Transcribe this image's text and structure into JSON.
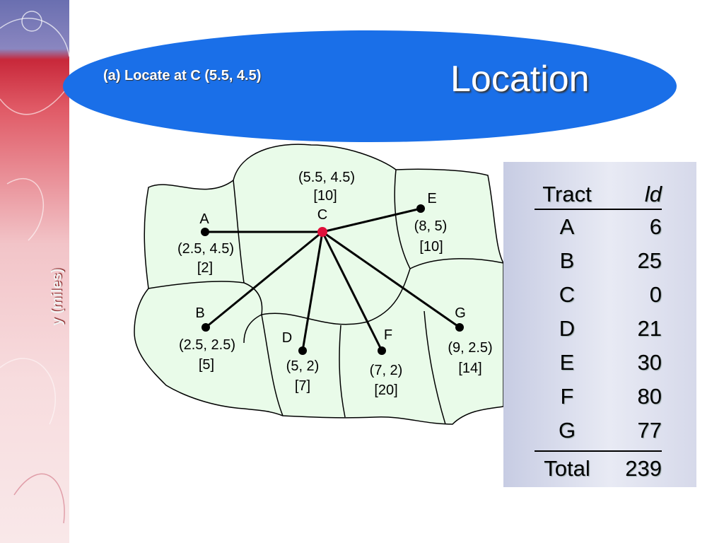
{
  "slide": {
    "title": "Location",
    "subtitle": "(a) Locate at C (5.5, 4.5)",
    "axis_label": "y (miles)"
  },
  "colors": {
    "banner": "#1a6fe8",
    "map_fill": "#e9fbe9",
    "table_bg": "#d6d9ea",
    "point": "#000000",
    "center_point": "#e0103a"
  },
  "map": {
    "center": {
      "id": "C",
      "coord": "(5.5, 4.5)",
      "load": "[10]"
    },
    "tracts": [
      {
        "id": "A",
        "coord": "(2.5, 4.5)",
        "load": "[2]"
      },
      {
        "id": "B",
        "coord": "(2.5, 2.5)",
        "load": "[5]"
      },
      {
        "id": "D",
        "coord": "(5, 2)",
        "load": "[7]"
      },
      {
        "id": "E",
        "coord": "(8, 5)",
        "load": "[10]"
      },
      {
        "id": "F",
        "coord": "(7, 2)",
        "load": "[20]"
      },
      {
        "id": "G",
        "coord": "(9, 2.5)",
        "load": "[14]"
      }
    ]
  },
  "table": {
    "headers": {
      "tract": "Tract",
      "ld": "ld"
    },
    "rows": [
      {
        "tract": "A",
        "ld": "6"
      },
      {
        "tract": "B",
        "ld": "25"
      },
      {
        "tract": "C",
        "ld": "0"
      },
      {
        "tract": "D",
        "ld": "21"
      },
      {
        "tract": "E",
        "ld": "30"
      },
      {
        "tract": "F",
        "ld": "80"
      },
      {
        "tract": "G",
        "ld": "77"
      }
    ],
    "total": {
      "label": "Total",
      "value": "239"
    }
  }
}
